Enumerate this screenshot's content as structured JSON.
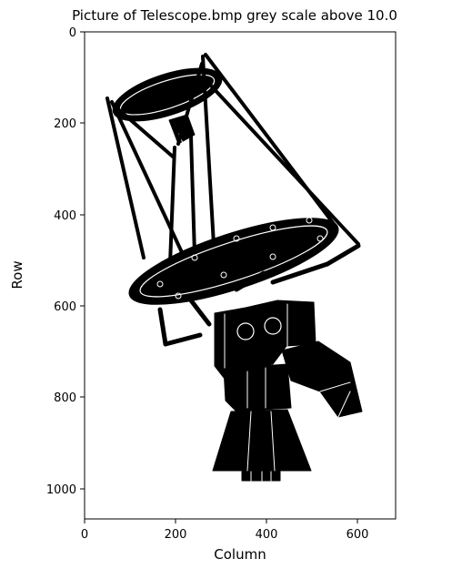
{
  "figure": {
    "title": "Picture of Telescope.bmp grey scale above 10.0",
    "xlabel": "Column",
    "ylabel": "Row",
    "x_ticks": [
      "0",
      "200",
      "400",
      "600"
    ],
    "y_ticks": [
      "0",
      "200",
      "400",
      "600",
      "800",
      "1000"
    ],
    "image_subject": "telescope-silhouette",
    "colors": {
      "foreground": "#000000",
      "background": "#ffffff"
    }
  }
}
